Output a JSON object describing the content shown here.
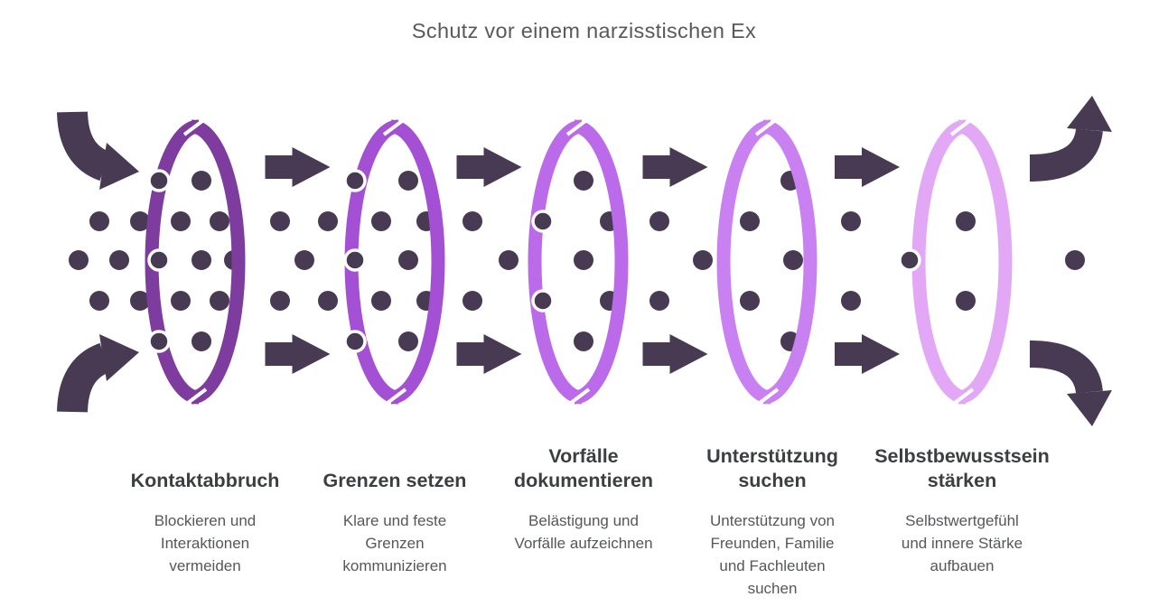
{
  "title": "Schutz vor einem narzisstischen Ex",
  "steps": [
    {
      "title": "Kontaktabbruch",
      "description": "Blockieren und\nInteraktionen\nvermeiden",
      "ring_color": "#7E3C9E"
    },
    {
      "title": "Grenzen setzen",
      "description": "Klare und feste\nGrenzen\nkommunizieren",
      "ring_color": "#A450D5"
    },
    {
      "title": "Vorfälle\ndokumentieren",
      "description": "Belästigung und\nVorfälle aufzeichnen",
      "ring_color": "#BB6BE9"
    },
    {
      "title": "Unterstützung\nsuchen",
      "description": "Unterstützung von\nFreunden, Familie\nund Fachleuten\nsuchen",
      "ring_color": "#C981F1"
    },
    {
      "title": "Selbstbewusstsein\nstärken",
      "description": "Selbstwertgefühl\nund innere Stärke\naufbauen",
      "ring_color": "#E3A8F5"
    }
  ],
  "colors": {
    "background": "#FFFFFF",
    "dots_arrows": "#473A52",
    "title_text": "#58595D",
    "step_title_text": "#3D3E42",
    "step_desc_text": "#55575C",
    "trapped_dot_outline": "#FFFFFF"
  }
}
